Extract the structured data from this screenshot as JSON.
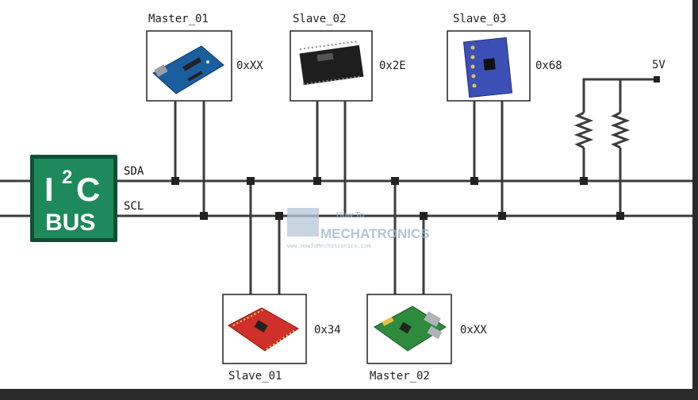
{
  "bus_logo": {
    "line1": "I",
    "sup": "2",
    "line1b": "C",
    "line2": "BUS"
  },
  "bus_lines": {
    "sda": "SDA",
    "scl": "SCL"
  },
  "supply": {
    "label": "5V"
  },
  "devices": [
    {
      "name": "Master_01",
      "address": "0xXX",
      "icon": "arduino-board-icon"
    },
    {
      "name": "Slave_02",
      "address": "0x2E",
      "icon": "ic-chip-icon"
    },
    {
      "name": "Slave_03",
      "address": "0x68",
      "icon": "sensor-module-icon"
    },
    {
      "name": "Slave_01",
      "address": "0x34",
      "icon": "red-breakout-board-icon"
    },
    {
      "name": "Master_02",
      "address": "0xXX",
      "icon": "raspberry-pi-icon"
    }
  ],
  "watermark": {
    "line1": "How To",
    "line2": "MECHATRONICS",
    "url": "www.HowToMechatronics.com"
  },
  "colors": {
    "wire": "#3c3c3c",
    "logo_bg": "#1e8a5c",
    "logo_border": "#0f4f34",
    "frame": "#2b2b2b"
  }
}
